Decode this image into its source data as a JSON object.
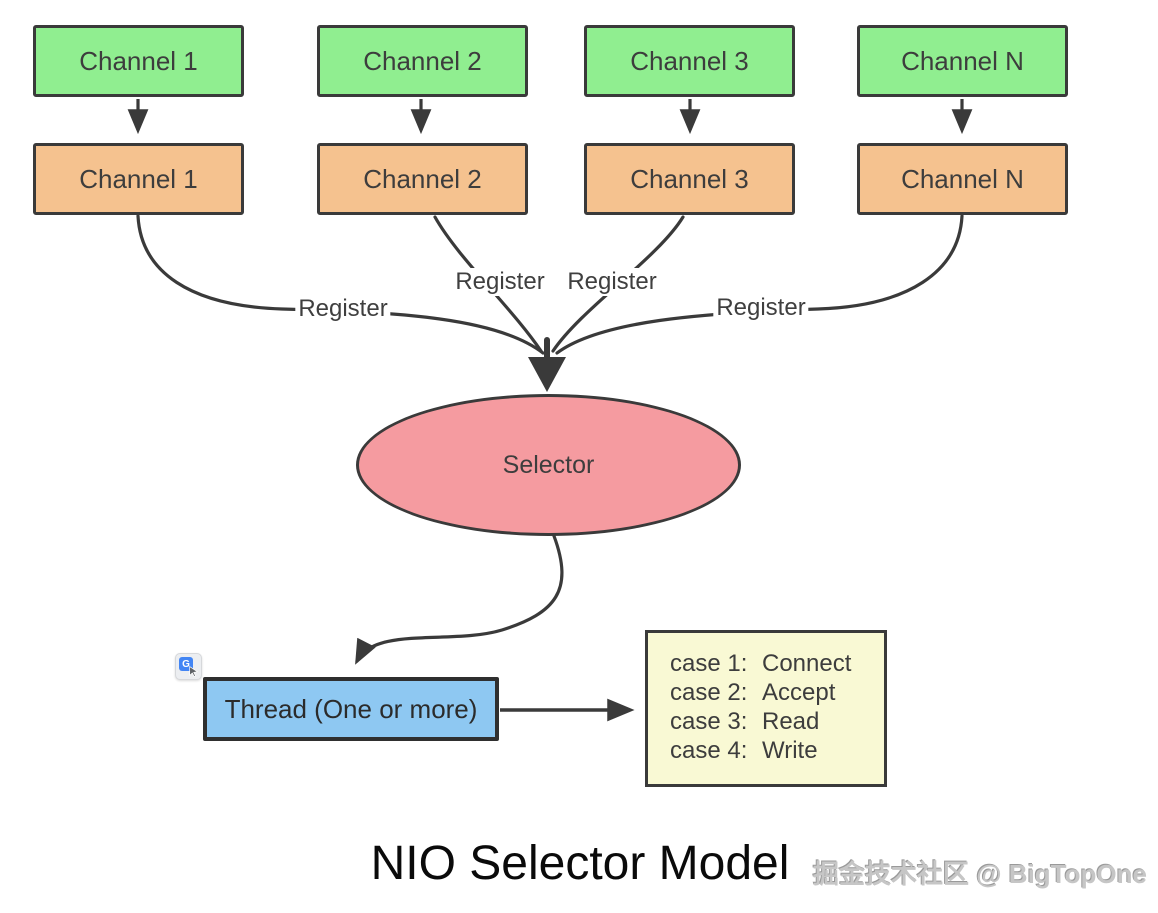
{
  "diagram": {
    "title": "NIO Selector Model",
    "watermark": "掘金技术社区 @ BigTopOne",
    "channels_top": [
      {
        "label": "Channel 1"
      },
      {
        "label": "Channel 2"
      },
      {
        "label": "Channel 3"
      },
      {
        "label": "Channel N"
      }
    ],
    "channels_mid": [
      {
        "label": "Channel 1"
      },
      {
        "label": "Channel 2"
      },
      {
        "label": "Channel 3"
      },
      {
        "label": "Channel N"
      }
    ],
    "registers": [
      {
        "label": "Register"
      },
      {
        "label": "Register"
      },
      {
        "label": "Register"
      },
      {
        "label": "Register"
      }
    ],
    "selector": {
      "label": "Selector"
    },
    "thread": {
      "label": "Thread (One or more)"
    },
    "cases": [
      {
        "label": "case 1:",
        "action": "Connect"
      },
      {
        "label": "case 2:",
        "action": "Accept"
      },
      {
        "label": "case 3:",
        "action": "Read"
      },
      {
        "label": "case 4:",
        "action": "Write"
      }
    ],
    "icons": {
      "translate_g": "G"
    },
    "colors": {
      "channel_top_fill": "#90ee90",
      "channel_mid_fill": "#f5c28f",
      "selector_fill": "#f59ba0",
      "thread_fill": "#8ec8f2",
      "cases_fill": "#f9f9d4",
      "stroke": "#3a3a3a",
      "background": "#ffffff"
    }
  }
}
